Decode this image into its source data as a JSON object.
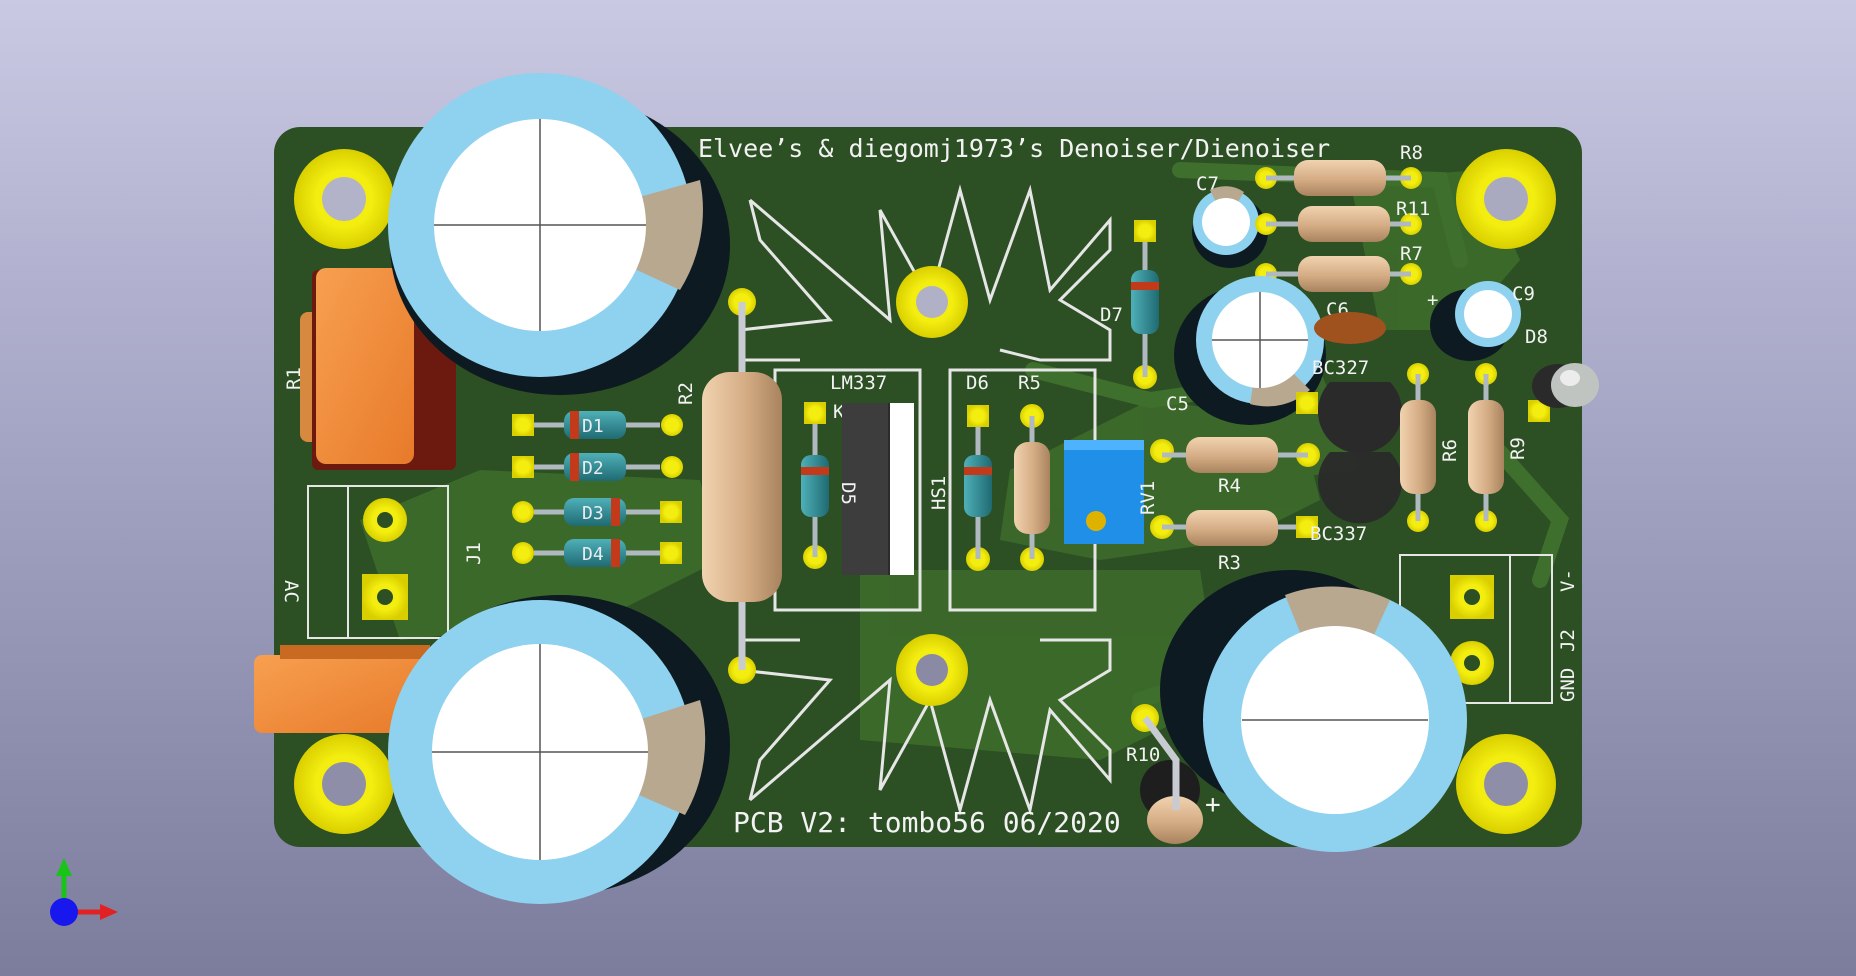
{
  "board": {
    "title": "Elvee’s & diegomj1973’s Denoiser/Dienoiser",
    "footer": "PCB V2: tombo56 06/2020",
    "colors": {
      "background_top": "#c9c9e3",
      "background_bottom": "#7c7c9c",
      "pcb": "#2c4f24",
      "copper_pour": "#3d6b2b",
      "pad": "#f0e800",
      "silkscreen": "#f2f2f2",
      "cap_sleeve": "#8fd2ef",
      "cap_body": "#101c24",
      "film_cap": "#f0893a",
      "trimmer": "#1f8fe8",
      "resistor": "#d9b48c"
    }
  },
  "labels": {
    "r1": "R1",
    "r2": "R2",
    "r3": "R3",
    "r4": "R4",
    "r5": "R5",
    "r6": "R6",
    "r7": "R7",
    "r8": "R8",
    "r9": "R9",
    "r10": "R10",
    "r11": "R11",
    "d1": "D1",
    "d2": "D2",
    "d3": "D3",
    "d4": "D4",
    "d5": "D5",
    "d6": "D6",
    "d7": "D7",
    "d8": "D8",
    "c5": "C5",
    "c6": "C6",
    "c7": "C7",
    "c9": "C9",
    "u1": "LM337",
    "u1_pin": "K",
    "hs1": "HS1",
    "rv1": "RV1",
    "q1": "BC327",
    "q2": "BC337",
    "j1": "J1",
    "j1_pin": "AC",
    "j2": "J2",
    "j2_pin_a": "V-",
    "j2_pin_b": "GND",
    "cap_polarity": "+"
  },
  "axes": {
    "up_color": "#19c319",
    "right_color": "#e22222",
    "toward_color": "#1717ee"
  }
}
